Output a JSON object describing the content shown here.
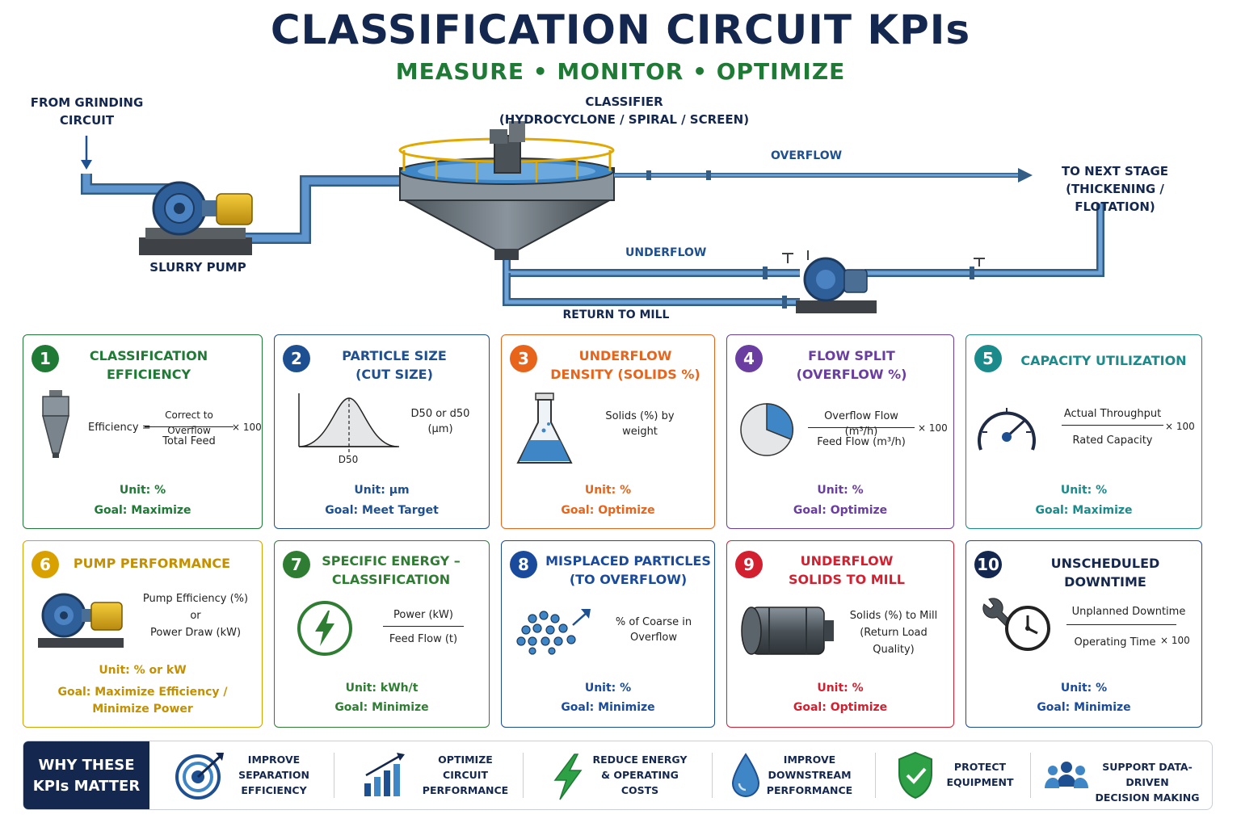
{
  "title": "CLASSIFICATION CIRCUIT KPIs",
  "subtitle": "MEASURE • MONITOR • OPTIMIZE",
  "process": {
    "from_grinding": [
      "FROM GRINDING",
      "CIRCUIT"
    ],
    "classifier": [
      "CLASSIFIER",
      "(HYDROCYCLONE / SPIRAL / SCREEN)"
    ],
    "overflow": "OVERFLOW",
    "next_stage": [
      "TO NEXT STAGE",
      "(THICKENING / FLOTATION)"
    ],
    "slurry_pump": "SLURRY PUMP",
    "underflow": "UNDERFLOW",
    "return_to_mill": "RETURN TO MILL"
  },
  "colors": {
    "green": "#1e7a34",
    "blue": "#1d4f91",
    "orange": "#e8641b",
    "purple": "#6a3da0",
    "teal": "#1b8a8a",
    "gold": "#d9a100",
    "darkgreen": "#2e7d32",
    "navy": "#1a4a9b",
    "red": "#d32030",
    "darknavy": "#14274e"
  },
  "kpis": [
    {
      "num": "1",
      "title": [
        "CLASSIFICATION",
        "EFFICIENCY"
      ],
      "formula_prefix": "Efficiency =",
      "numerator": "Correct to Overflow",
      "denominator": "Total Feed",
      "suffix": "× 100",
      "unit": "Unit: %",
      "goal": [
        "Goal: Maximize"
      ],
      "icon": "hydrocyclone-icon"
    },
    {
      "num": "2",
      "title": [
        "PARTICLE SIZE",
        "(CUT SIZE)"
      ],
      "text": [
        "D50 or d50",
        "(µm)"
      ],
      "chart_label": "D50",
      "unit": "Unit: µm",
      "goal": [
        "Goal: Meet Target"
      ],
      "icon": "distribution-curve-icon"
    },
    {
      "num": "3",
      "title": [
        "UNDERFLOW",
        "DENSITY (SOLIDS %)"
      ],
      "text": [
        "Solids (%) by",
        "weight"
      ],
      "unit": "Unit: %",
      "goal": [
        "Goal: Optimize"
      ],
      "icon": "flask-icon"
    },
    {
      "num": "4",
      "title": [
        "FLOW SPLIT",
        "(OVERFLOW %)"
      ],
      "numerator": "Overflow Flow (m³/h)",
      "denominator": "Feed Flow (m³/h)",
      "suffix": "× 100",
      "unit": "Unit: %",
      "goal": [
        "Goal: Optimize"
      ],
      "icon": "pie-icon"
    },
    {
      "num": "5",
      "title": [
        "CAPACITY UTILIZATION"
      ],
      "numerator": "Actual Throughput",
      "denominator": "Rated Capacity",
      "suffix": "× 100",
      "unit": "Unit: %",
      "goal": [
        "Goal: Maximize"
      ],
      "icon": "gauge-icon"
    },
    {
      "num": "6",
      "title": [
        "PUMP PERFORMANCE"
      ],
      "text": [
        "Pump Efficiency (%)",
        "or",
        "Power Draw (kW)"
      ],
      "unit": "Unit: % or kW",
      "goal": [
        "Goal: Maximize Efficiency /",
        "Minimize Power"
      ],
      "icon": "pump-icon"
    },
    {
      "num": "7",
      "title": [
        "SPECIFIC ENERGY –",
        "CLASSIFICATION"
      ],
      "numerator": "Power (kW)",
      "denominator": "Feed Flow (t)",
      "unit": "Unit: kWh/t",
      "goal": [
        "Goal: Minimize"
      ],
      "icon": "lightning-icon"
    },
    {
      "num": "8",
      "title": [
        "MISPLACED PARTICLES",
        "(TO OVERFLOW)"
      ],
      "text": [
        "% of Coarse in",
        "Overflow"
      ],
      "unit": "Unit: %",
      "goal": [
        "Goal: Minimize"
      ],
      "icon": "particles-icon"
    },
    {
      "num": "9",
      "title": [
        "UNDERFLOW",
        "SOLIDS TO MILL"
      ],
      "text": [
        "Solids (%) to Mill",
        "(Return Load",
        "Quality)"
      ],
      "unit": "Unit: %",
      "goal": [
        "Goal: Optimize"
      ],
      "icon": "mill-icon"
    },
    {
      "num": "10",
      "title": [
        "UNSCHEDULED DOWNTIME"
      ],
      "numerator": "Unplanned Downtime",
      "denominator": "Operating Time",
      "suffix": "× 100",
      "unit": "Unit: %",
      "goal": [
        "Goal: Minimize"
      ],
      "icon": "wrench-clock-icon"
    }
  ],
  "why": {
    "heading": [
      "WHY THESE",
      "KPIs MATTER"
    ],
    "items": [
      {
        "lines": [
          "IMPROVE",
          "SEPARATION",
          "EFFICIENCY"
        ],
        "icon": "target-icon"
      },
      {
        "lines": [
          "OPTIMIZE",
          "CIRCUIT",
          "PERFORMANCE"
        ],
        "icon": "bar-growth-icon"
      },
      {
        "lines": [
          "REDUCE ENERGY",
          "& OPERATING",
          "COSTS"
        ],
        "icon": "lightning-icon"
      },
      {
        "lines": [
          "IMPROVE",
          "DOWNSTREAM",
          "PERFORMANCE"
        ],
        "icon": "water-drop-icon"
      },
      {
        "lines": [
          "PROTECT",
          "EQUIPMENT"
        ],
        "icon": "shield-icon"
      },
      {
        "lines": [
          "SUPPORT DATA-DRIVEN",
          "DECISION MAKING"
        ],
        "icon": "people-icon"
      }
    ]
  }
}
